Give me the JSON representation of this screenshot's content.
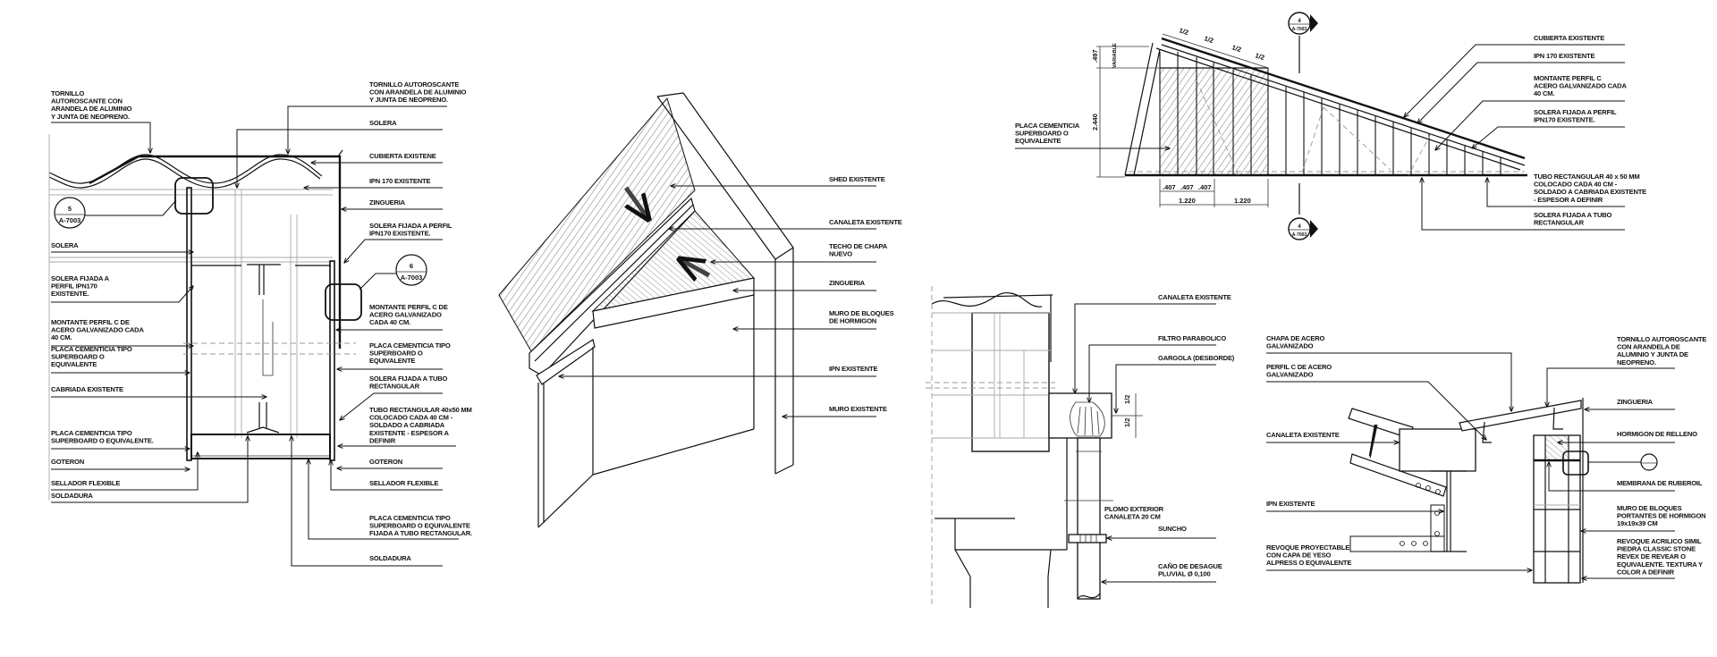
{
  "d1": {
    "tornillo_l": [
      "TORNILLO",
      "AUTOROSCANTE CON",
      "ARANDELA DE ALUMINIO",
      "Y JUNTA DE NEOPRENO."
    ],
    "solera_l": [
      "SOLERA"
    ],
    "solera_fijada_l": [
      "SOLERA FIJADA A",
      "PERFIL IPN170",
      "EXISTENTE."
    ],
    "montante_l": [
      "MONTANTE PERFIL C DE",
      "ACERO GALVANIZADO CADA",
      "40 CM."
    ],
    "placa_l": [
      "PLACA CEMENTICIA TIPO",
      "SUPERBOARD O",
      "EQUIVALENTE"
    ],
    "cabriada_l": [
      "CABRIADA EXISTENTE"
    ],
    "placa2_l": [
      "PLACA CEMENTICIA TIPO",
      "SUPERBOARD O EQUIVALENTE."
    ],
    "goteron_l": [
      "GOTERON"
    ],
    "sellador_l": [
      "SELLADOR FLEXIBLE"
    ],
    "soldadura_l": [
      "SOLDADURA"
    ],
    "tornillo_r": [
      "TORNILLO AUTOROSCANTE",
      "CON ARANDELA DE ALUMINIO",
      "Y JUNTA DE NEOPRENO."
    ],
    "solera_r": [
      "SOLERA"
    ],
    "cubierta_r": [
      "CUBIERTA EXISTENE"
    ],
    "ipn_r": [
      "IPN 170 EXISTENTE"
    ],
    "zingueria_r": [
      "ZINGUERIA"
    ],
    "solera_fijada_r": [
      "SOLERA FIJADA A PERFIL",
      "IPN170 EXISTENTE."
    ],
    "montante_r": [
      "MONTANTE PERFIL C DE",
      "ACERO GALVANIZADO",
      "CADA 40 CM."
    ],
    "placa_r": [
      "PLACA CEMENTICIA TIPO",
      "SUPERBOARD O",
      "EQUIVALENTE"
    ],
    "solera_tubo_r": [
      "SOLERA FIJADA A TUBO",
      "RECTANGULAR"
    ],
    "tubo_r": [
      "TUBO RECTANGULAR 40x50 MM",
      "COLOCADO CADA 40 CM -",
      "SOLDADO A CABRIADA",
      "EXISTENTE - ESPESOR A",
      "DEFINIR"
    ],
    "goteron_r": [
      "GOTERON"
    ],
    "sellador_r": [
      "SELLADOR FLEXIBLE"
    ],
    "placa3_r": [
      "PLACA CEMENTICIA TIPO",
      "SUPERBOARD O EQUIVALENTE",
      "FIJADA A TUBO RECTANGULAR."
    ],
    "soldadura_r": [
      "SOLDADURA"
    ],
    "bubble5": [
      "5",
      "A-7003"
    ],
    "bubble6": [
      "6",
      "A-7003"
    ]
  },
  "d2": {
    "shed": [
      "SHED EXISTENTE"
    ],
    "canaleta": [
      "CANALETA EXISTENTE"
    ],
    "techo": [
      "TECHO DE CHAPA",
      "NUEVO"
    ],
    "zingueria": [
      "ZINGUERIA"
    ],
    "muro_bloques": [
      "MURO DE BLOQUES",
      "DE HORMIGON"
    ],
    "ipn": [
      "IPN EXISTENTE"
    ],
    "muro": [
      "MURO EXISTENTE"
    ]
  },
  "d3": {
    "placa": [
      "PLACA CEMENTICIA",
      "SUPERBOARD O",
      "EQUIVALENTE"
    ],
    "cubierta": [
      "CUBIERTA EXISTENTE"
    ],
    "ipn": [
      "IPN 170 EXISTENTE"
    ],
    "montante": [
      "MONTANTE PERFIL C",
      "ACERO GALVANIZADO CADA",
      "40 CM."
    ],
    "solera_fijada": [
      "SOLERA FIJADA A PERFIL",
      "IPN170 EXISTENTE."
    ],
    "tubo": [
      "TUBO RECTANGULAR 40 x 50 MM",
      "COLOCADO CADA 40 CM -",
      "SOLDADO A CABRIADA EXISTENTE",
      "- ESPESOR A DEFINIR"
    ],
    "solera_tubo": [
      "SOLERA FIJADA A TUBO",
      "RECTANGULAR"
    ],
    "dims": {
      "half": "1/2",
      "d407": ".407",
      "d1220": "1.220",
      "d2440": "2.440",
      "d497": ".497",
      "variable": "VARIABLE"
    },
    "section_top": [
      "4",
      "A-7003"
    ],
    "section_bottom": [
      "4",
      "A-7003"
    ]
  },
  "d4": {
    "canaleta": [
      "CANALETA EXISTENTE"
    ],
    "filtro": [
      "FILTRO PARABOLICO"
    ],
    "gargola": [
      "GARGOLA (DESBORDE)"
    ],
    "plomo": [
      "PLOMO EXTERIOR",
      "CANALETA 20 CM"
    ],
    "suncho": [
      "SUNCHO"
    ],
    "cano": [
      "CAÑO DE DESAGUE",
      "PLUVIAL Ø 0,100"
    ],
    "half": "1/2"
  },
  "d5": {
    "chapa": [
      "CHAPA DE ACERO",
      "GALVANIZADO"
    ],
    "perfil": [
      "PERFIL C DE ACERO",
      "GALVANIZADO"
    ],
    "canaleta": [
      "CANALETA EXISTENTE"
    ],
    "ipn": [
      "IPN EXISTENTE"
    ],
    "revoque": [
      "REVOQUE PROYECTABLE",
      "CON CAPA DE YESO",
      "ALPRESS O EQUIVALENTE"
    ],
    "tornillo": [
      "TORNILLO AUTOROSCANTE",
      "CON ARANDELA DE",
      "ALUMINIO Y JUNTA DE",
      "NEOPRENO."
    ],
    "zingueria": [
      "ZINGUERIA"
    ],
    "hormigon": [
      "HORMIGON DE RELLENO"
    ],
    "membrana": [
      "MEMBRANA DE RUBEROIL"
    ],
    "muro": [
      "MURO DE BLOQUES",
      "PORTANTES DE HORMIGON",
      "19x19x39 CM"
    ],
    "revoque_acrilico": [
      "REVOQUE ACRILICO SIMIL",
      "PIEDRA CLASSIC STONE",
      "REVEX DE REVEAR O",
      "EQUIVALENTE. TEXTURA Y",
      "COLOR A DEFINIR"
    ]
  }
}
